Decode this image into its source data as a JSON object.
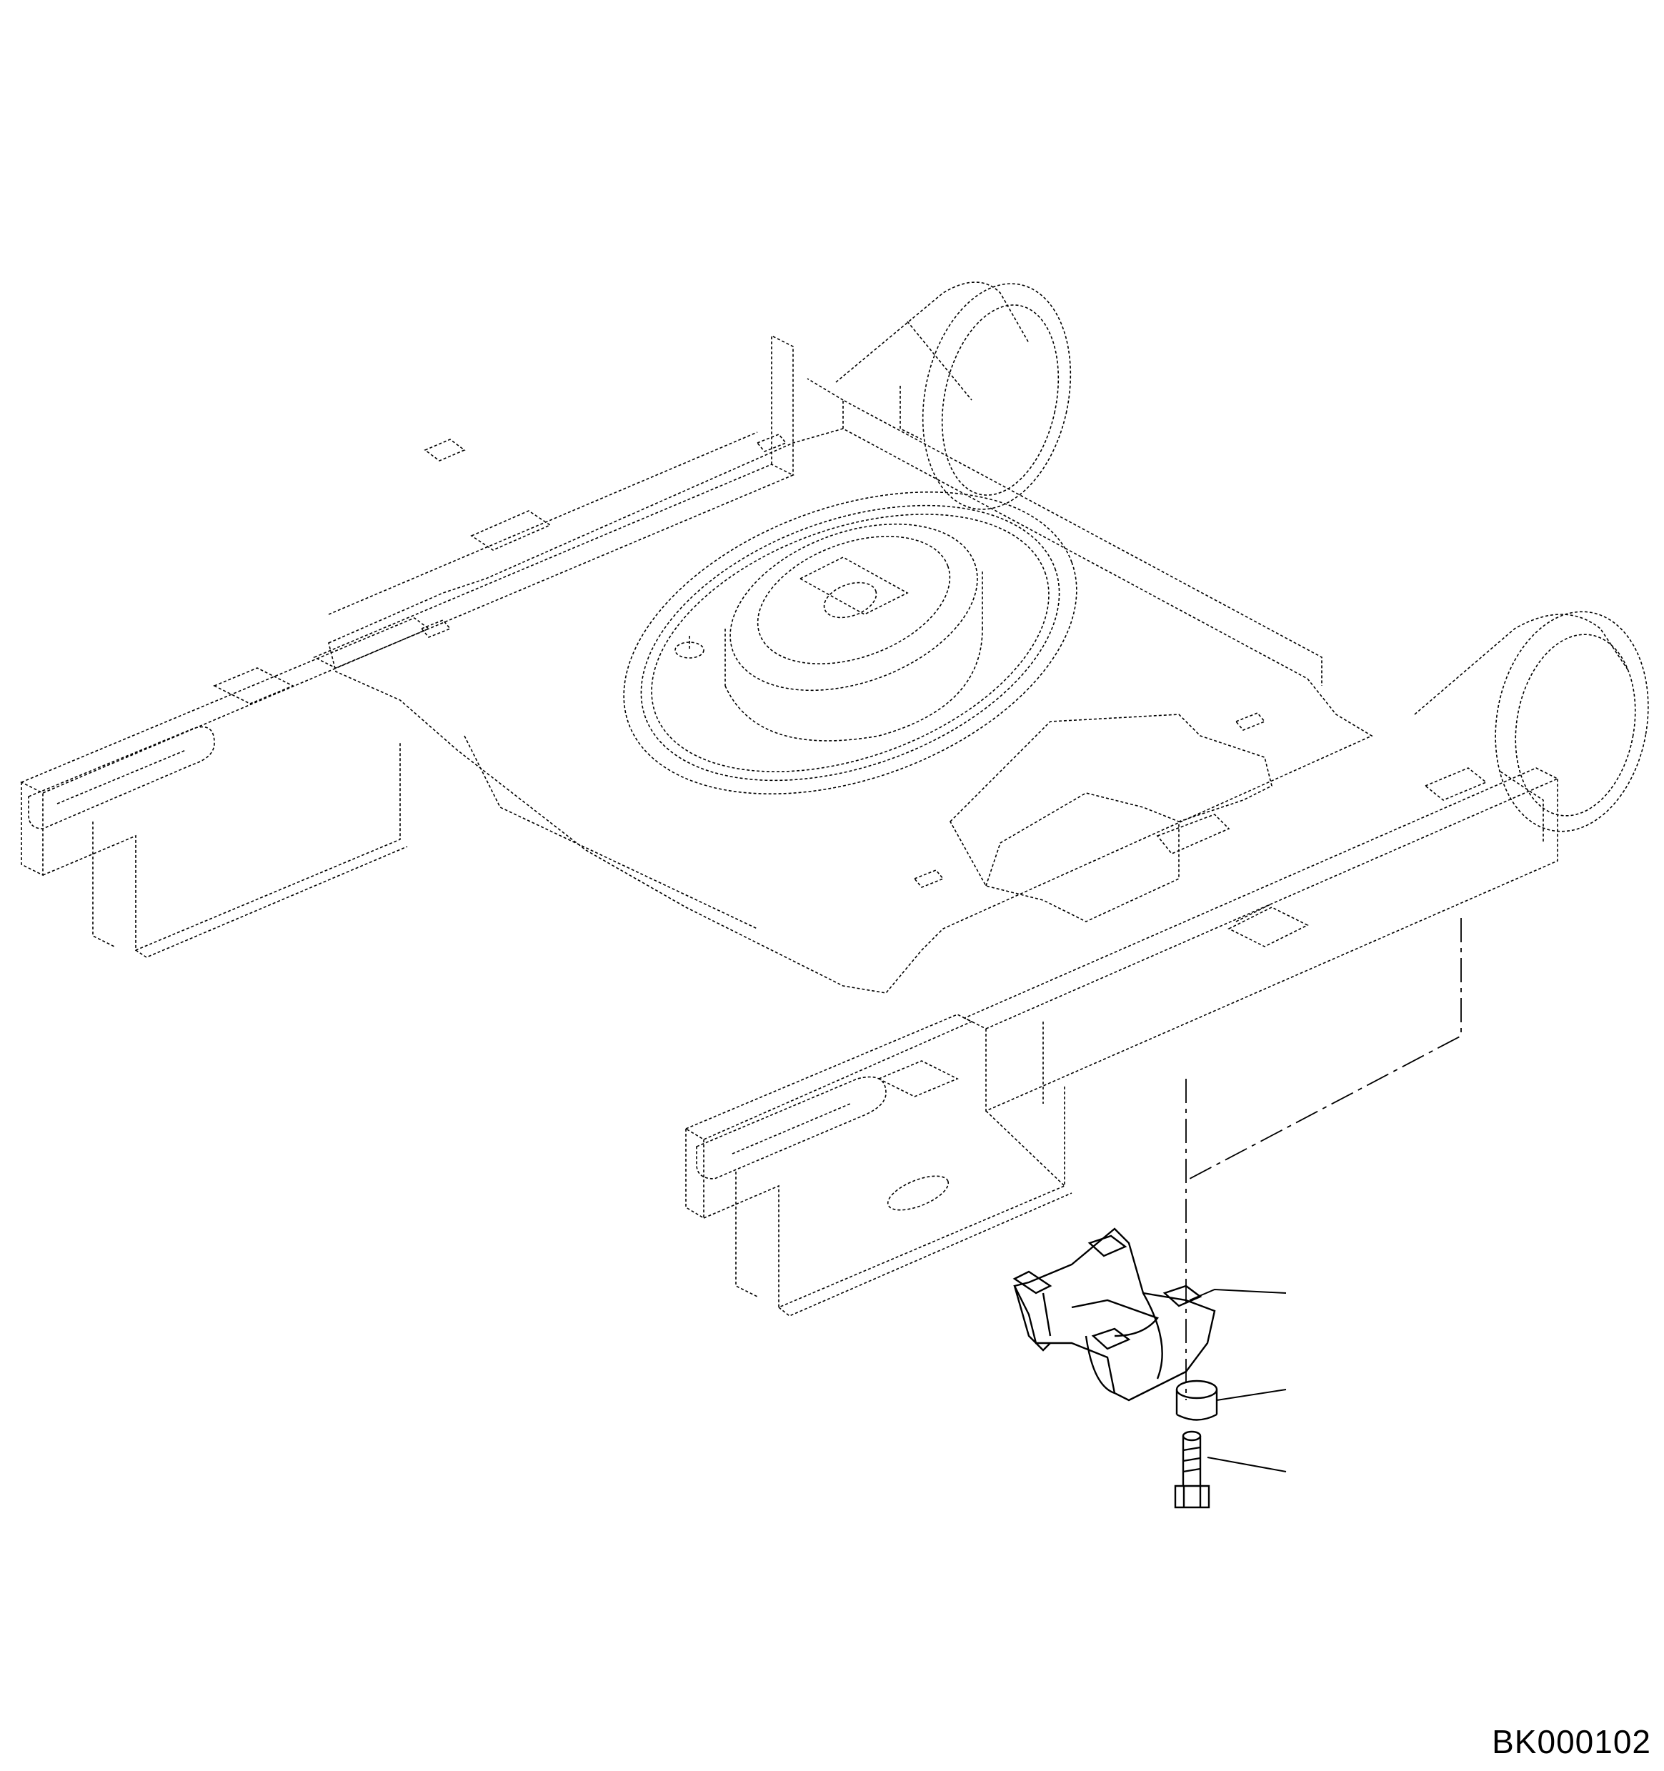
{
  "drawing": {
    "reference_code": "BK000102",
    "components": [
      {
        "name": "track-frame",
        "style": "phantom"
      },
      {
        "name": "track-guard-bracket",
        "style": "solid"
      },
      {
        "name": "spacer",
        "style": "solid"
      },
      {
        "name": "bolt",
        "style": "solid"
      }
    ]
  }
}
